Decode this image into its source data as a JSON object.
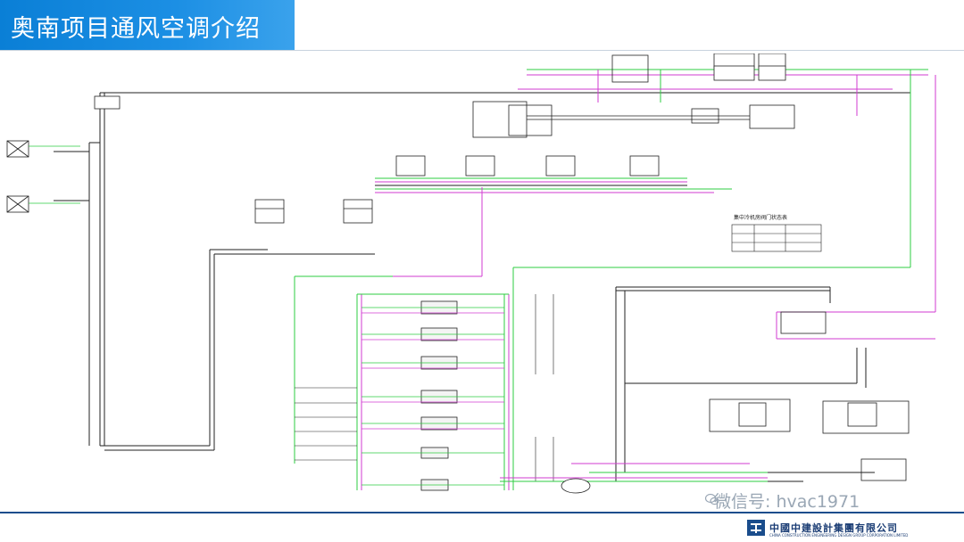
{
  "slide": {
    "title": "奥南项目通风空调介绍"
  },
  "diagram": {
    "table_title": "集中冷机房阀门状态表"
  },
  "footer": {
    "company_cn": "中國中建設計集團有限公司",
    "company_en": "CHINA CONSTRUCTION ENGINEERING DESIGN GROUP CORPORATION LIMITED"
  },
  "watermark": {
    "text": "微信号: hvac1971"
  },
  "colors": {
    "title_bg": "#1c8fe4",
    "pipe_green": "#2ecc40",
    "pipe_magenta": "#d23bd2",
    "pipe_black": "#222222",
    "footer_blue": "#1a4d8c"
  }
}
